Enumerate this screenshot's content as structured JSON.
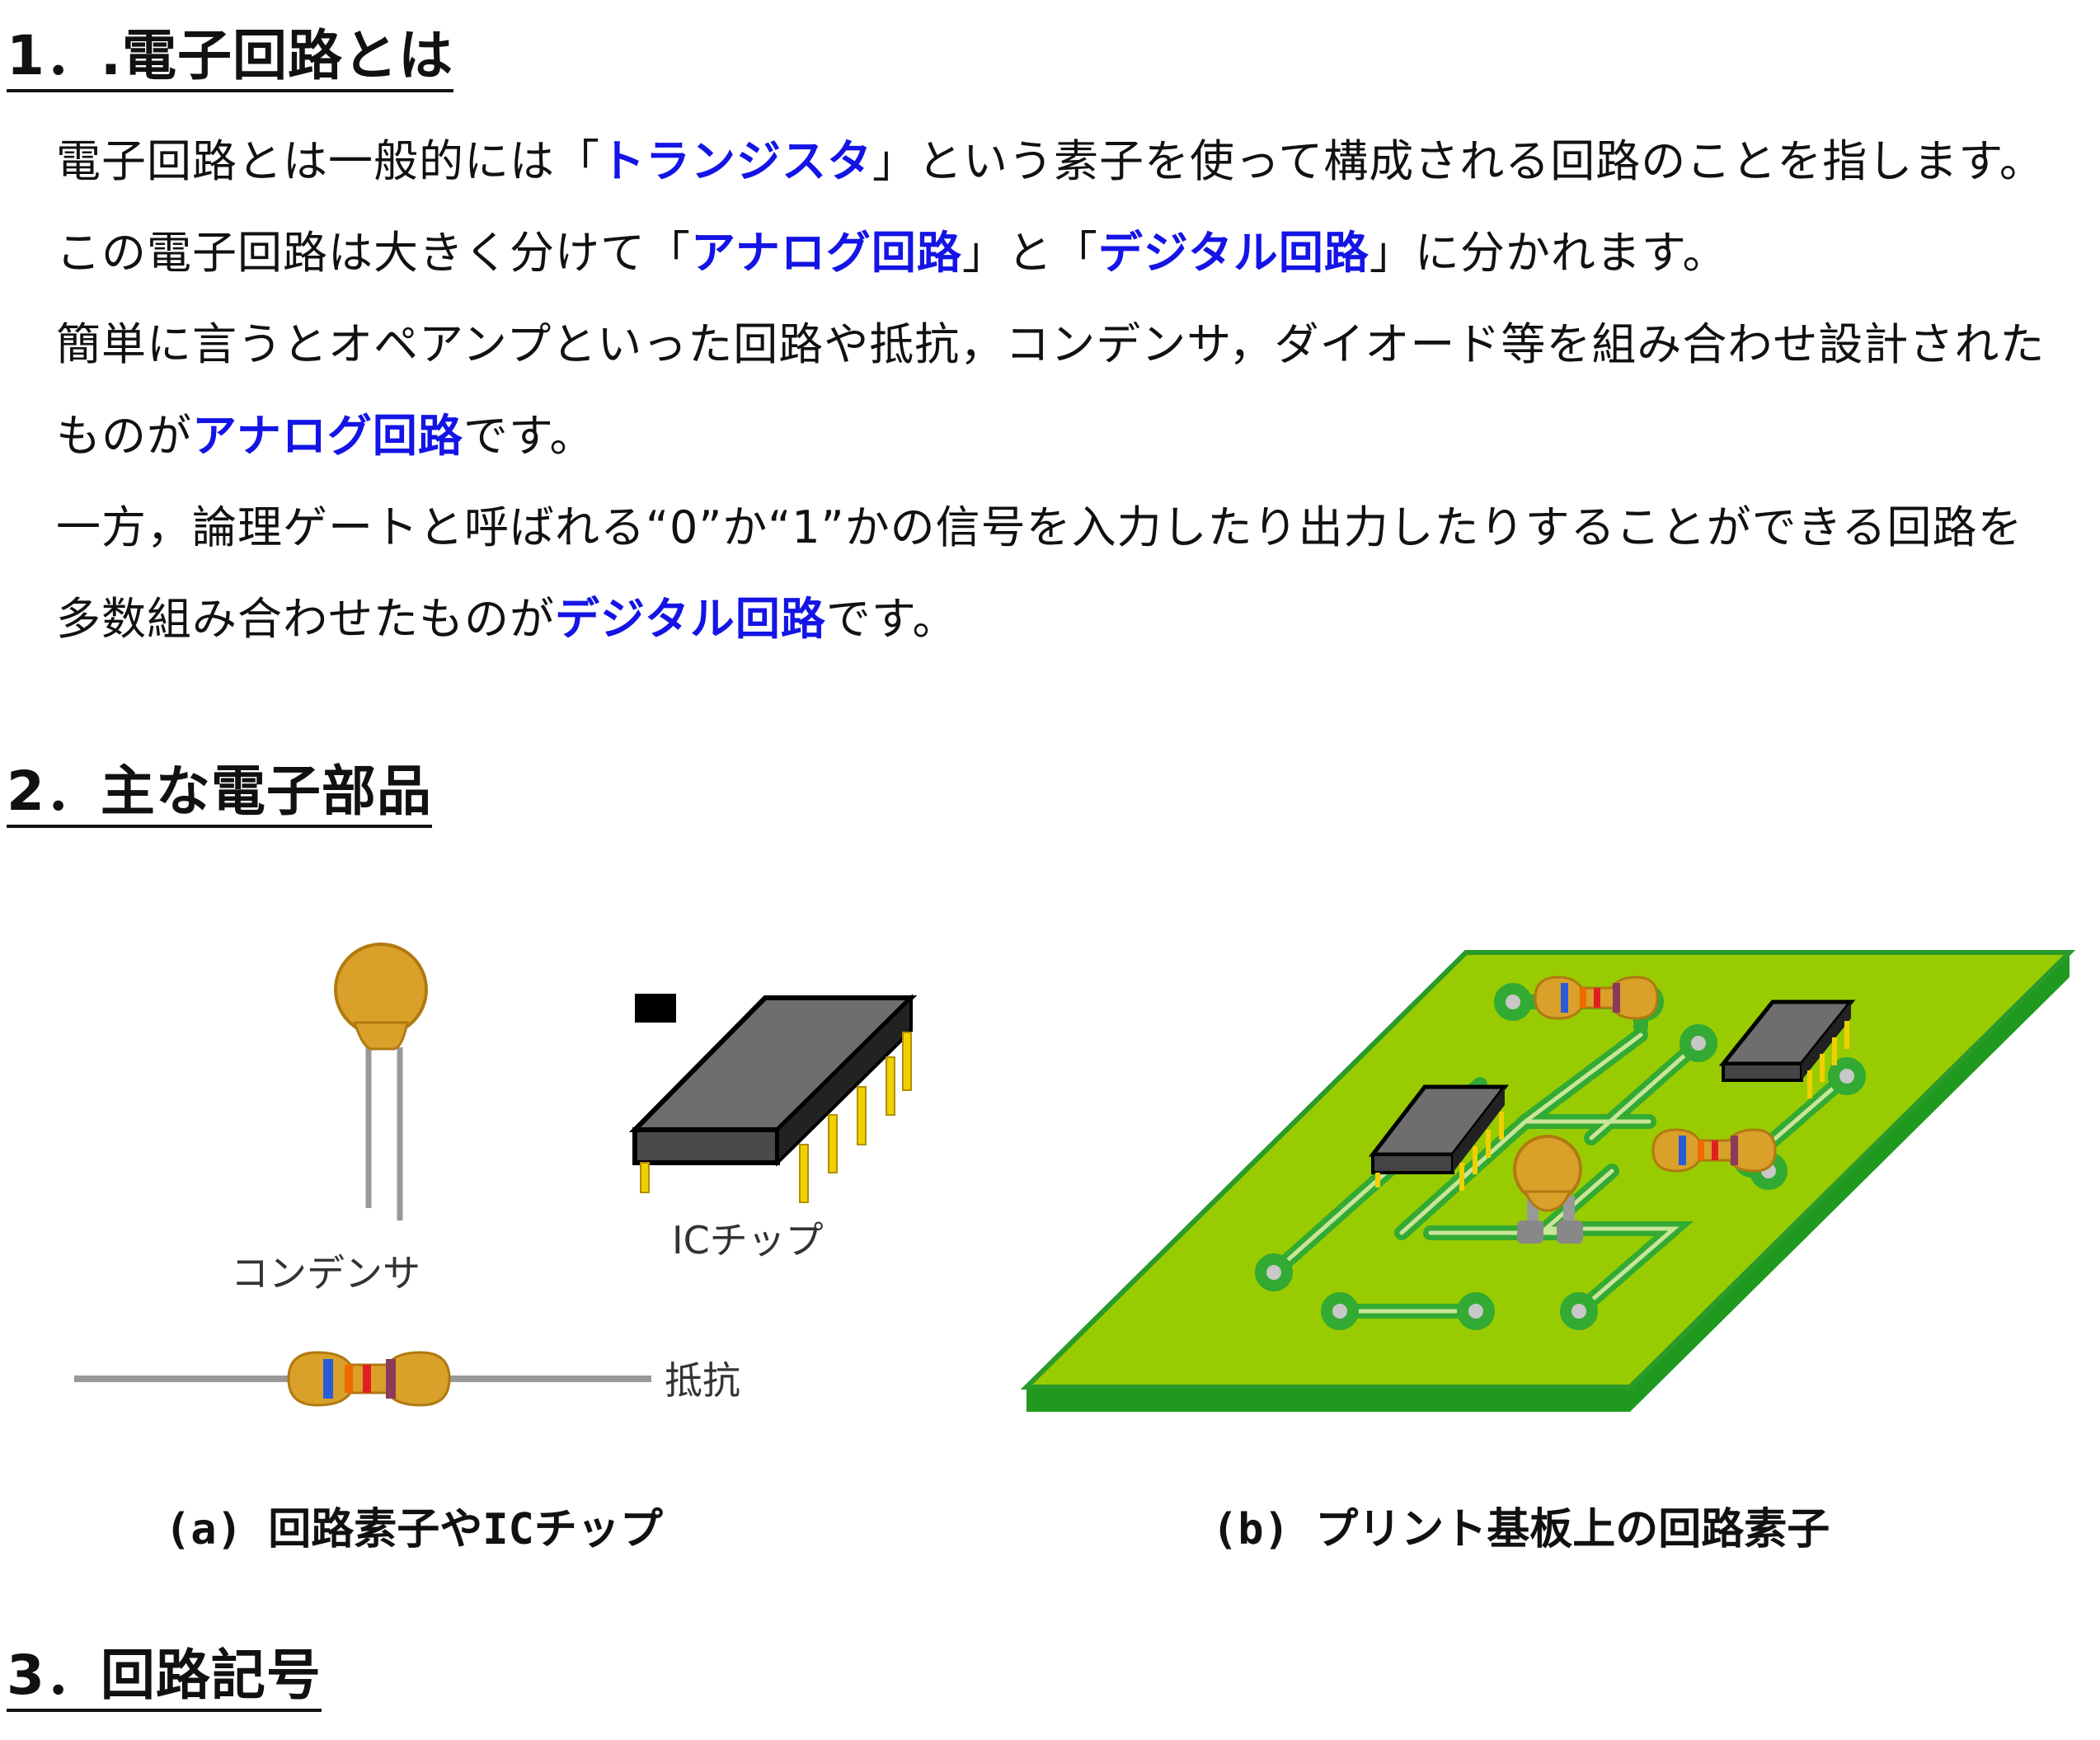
{
  "section1": {
    "heading": "1．.電子回路とは",
    "paragraphs": [
      [
        {
          "text": "電子回路とは一般的には「",
          "hl": false
        },
        {
          "text": "トランジスタ",
          "hl": true
        },
        {
          "text": "」という素子を使って構成される回路のことを指します。",
          "hl": false
        }
      ],
      [
        {
          "text": "この電子回路は大きく分けて「",
          "hl": false
        },
        {
          "text": "アナログ回路",
          "hl": true
        },
        {
          "text": "」と「",
          "hl": false
        },
        {
          "text": "デジタル回路",
          "hl": true
        },
        {
          "text": "」に分かれます。",
          "hl": false
        }
      ],
      [
        {
          "text": "簡単に言うとオペアンプといった回路や抵抗，コンデンサ，ダイオード等を組み合わせ設計された",
          "hl": false
        }
      ],
      [
        {
          "text": "ものが",
          "hl": false
        },
        {
          "text": "アナログ回路",
          "hl": true
        },
        {
          "text": "です。",
          "hl": false
        }
      ],
      [
        {
          "text": "一方，論理ゲートと呼ばれる“0”か“1”かの信号を入力したり出力したりすることができる回路を",
          "hl": false
        }
      ],
      [
        {
          "text": "多数組み合わせたものが",
          "hl": false
        },
        {
          "text": "デジタル回路",
          "hl": true
        },
        {
          "text": "です。",
          "hl": false
        }
      ]
    ]
  },
  "section2": {
    "heading": "2．主な電子部品",
    "figure_a": {
      "label_capacitor": "コンデンサ",
      "label_ic": "ICチップ",
      "label_resistor": "抵抗",
      "caption": "(a) 回路素子やICチップ"
    },
    "figure_b": {
      "caption": "(b) プリント基板上の回路素子"
    }
  },
  "section3": {
    "heading": "3．回路記号"
  },
  "colors": {
    "highlight": "#1414e6",
    "board_green": "#99cc00",
    "trace_green": "#33aa33",
    "component_orange": "#d9a02a",
    "ic_body": "#555555",
    "pin_yellow": "#f0d000"
  }
}
